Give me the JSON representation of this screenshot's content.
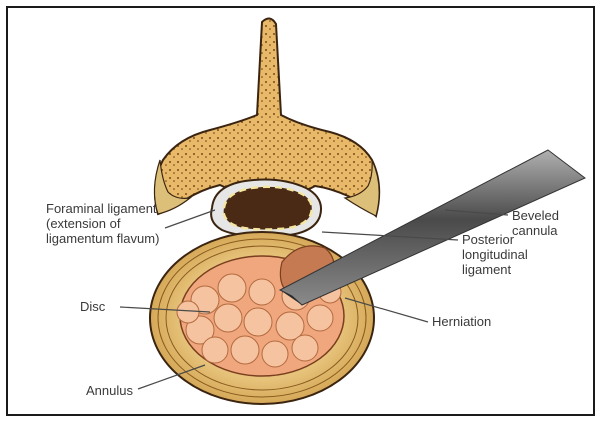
{
  "labels": {
    "foraminal": [
      "Foraminal ligament",
      "(extension of",
      "ligamentum flavum)"
    ],
    "beveled": [
      "Beveled",
      "cannula"
    ],
    "posterior": [
      "Posterior",
      "longitudinal",
      "ligament"
    ],
    "disc": "Disc",
    "herniation": "Herniation",
    "annulus": "Annulus"
  },
  "colors": {
    "bone": "#e8b866",
    "bone_outline": "#3b2410",
    "canal": "#4a2a14",
    "annulus": "#e9c77a",
    "nucleus": "#f2b08a",
    "cannula": "#6a6a6a"
  }
}
